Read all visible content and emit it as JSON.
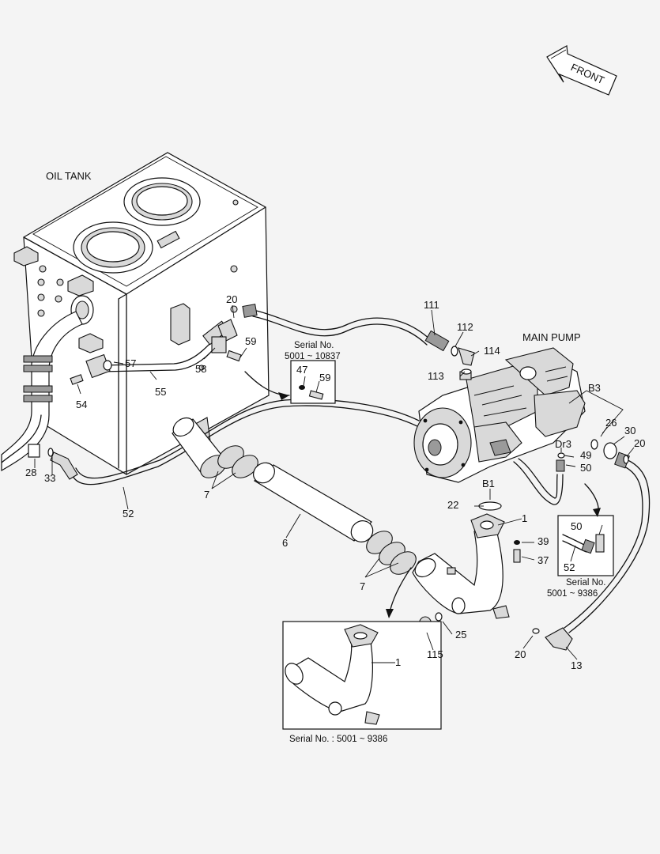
{
  "front_label": "FRONT",
  "oil_tank_label": "OIL TANK",
  "main_pump_label": "MAIN PUMP",
  "insets": {
    "serial_top": {
      "line1": "Serial No.",
      "line2": "5001 ~ 10837"
    },
    "serial_right": {
      "line1": "Serial No.",
      "line2": "5001 ~ 9386"
    },
    "serial_bottom": "Serial No. : 5001 ~ 9386"
  },
  "callouts": {
    "c1": "1",
    "c1b": "1",
    "c6": "6",
    "c7a": "7",
    "c7b": "7",
    "c13": "13",
    "c20a": "20",
    "c20b": "20",
    "c20c": "20",
    "c22": "22",
    "c25": "25",
    "c26": "26",
    "c28": "28",
    "c30": "30",
    "c33": "33",
    "c37": "37",
    "c39": "39",
    "c47": "47",
    "c49": "49",
    "c50a": "50",
    "c50b": "50",
    "c52a": "52",
    "c52b": "52",
    "c54": "54",
    "c55": "55",
    "c57": "57",
    "c58": "58",
    "c59a": "59",
    "c59b": "59",
    "c111": "111",
    "c112": "112",
    "c113": "113",
    "c114": "114",
    "c115": "115",
    "B1": "B1",
    "B3": "B3",
    "Dr3": "Dr3"
  }
}
